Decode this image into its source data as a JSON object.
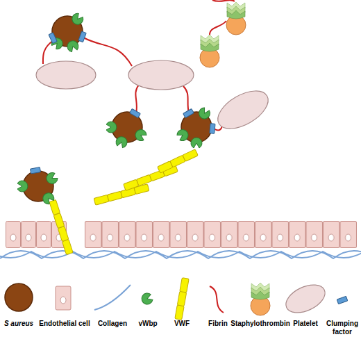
{
  "diagram": {
    "legend": [
      {
        "text": "S aureus"
      },
      {
        "text": "Endothelial cell"
      },
      {
        "text": "Collagen"
      },
      {
        "text": "vWbp"
      },
      {
        "text": "VWF"
      },
      {
        "text": "Fibrin"
      },
      {
        "text": "Staphylothrombin"
      },
      {
        "text": "Platelet"
      },
      {
        "text": "Clumping factor"
      }
    ]
  }
}
